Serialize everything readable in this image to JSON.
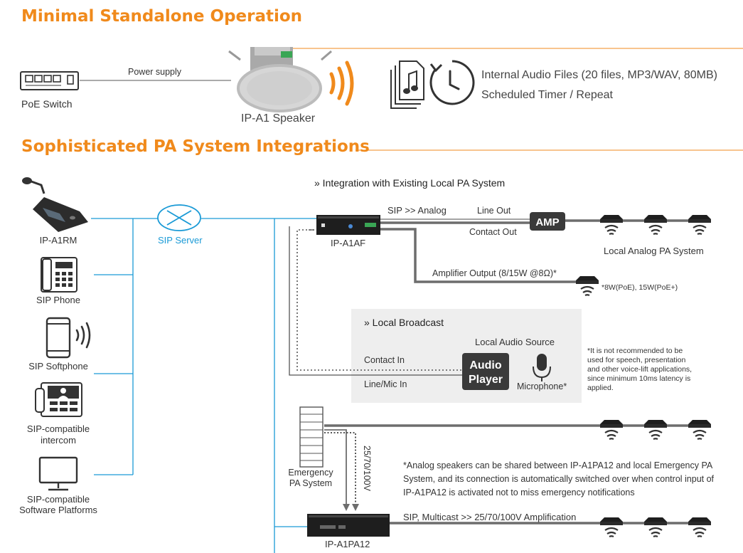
{
  "sections": {
    "standalone_title": "Minimal Standalone Operation",
    "integration_title": "Sophisticated PA System Integrations"
  },
  "standalone": {
    "poe_switch": "PoE Switch",
    "power_supply": "Power supply",
    "speaker": "IP-A1 Speaker",
    "feature_1": "Internal Audio Files (20 files, MP3/WAV, 80MB)",
    "feature_2": "Scheduled Timer / Repeat"
  },
  "devices": {
    "rm": "IP-A1RM",
    "sip_phone": "SIP Phone",
    "softphone": "SIP Softphone",
    "intercom_1": "SIP-compatible",
    "intercom_2": "intercom",
    "software_1": "SIP-compatible",
    "software_2": "Software Platforms",
    "sip_server": "SIP Server"
  },
  "integration": {
    "heading": "» Integration with Existing Local PA System",
    "a1af": "IP-A1AF",
    "sip_analog": "SIP >> Analog",
    "line_out": "Line Out",
    "contact_out": "Contact Out",
    "amp": "AMP",
    "local_analog": "Local Analog PA System",
    "amp_output": "Amplifier Output (8/15W @8Ω)*",
    "power_note": "*8W(PoE), 15W(PoE+)"
  },
  "broadcast": {
    "heading": "» Local Broadcast",
    "source": "Local Audio Source",
    "contact_in": "Contact In",
    "line_mic": "Line/Mic In",
    "player_1": "Audio",
    "player_2": "Player",
    "microphone": "Microphone*",
    "note": "*It is not recommended to be used for speech, presentation and other voice-lift applications, since minimum 10ms latency is applied."
  },
  "emergency": {
    "system_1": "Emergency",
    "system_2": "PA System",
    "voltage": "25/70/100V",
    "note": "*Analog speakers can be shared between IP-A1PA12 and local Emergency PA System, and its connection is automatically switched over when control input of IP-A1PA12 is activated not to miss emergency notifications",
    "pa12": "IP-A1PA12",
    "amplification": "SIP, Multicast >> 25/70/100V Amplification"
  },
  "colors": {
    "accent": "#f08a1c",
    "blue_line": "#1a9ad6",
    "grey_line": "#6d6d6d",
    "box_bg": "#eeeeee",
    "dark": "#3a3a3a"
  },
  "icons": [
    "poe-switch-icon",
    "ceiling-speaker-icon",
    "sound-wave-icon",
    "music-files-icon",
    "timer-icon",
    "paging-console-icon",
    "desk-phone-icon",
    "smartphone-icon",
    "intercom-icon",
    "monitor-icon",
    "sip-server-icon",
    "amp-icon",
    "analog-speaker-icon",
    "audio-player-icon",
    "microphone-icon",
    "emergency-panel-icon",
    "amplifier-icon"
  ]
}
